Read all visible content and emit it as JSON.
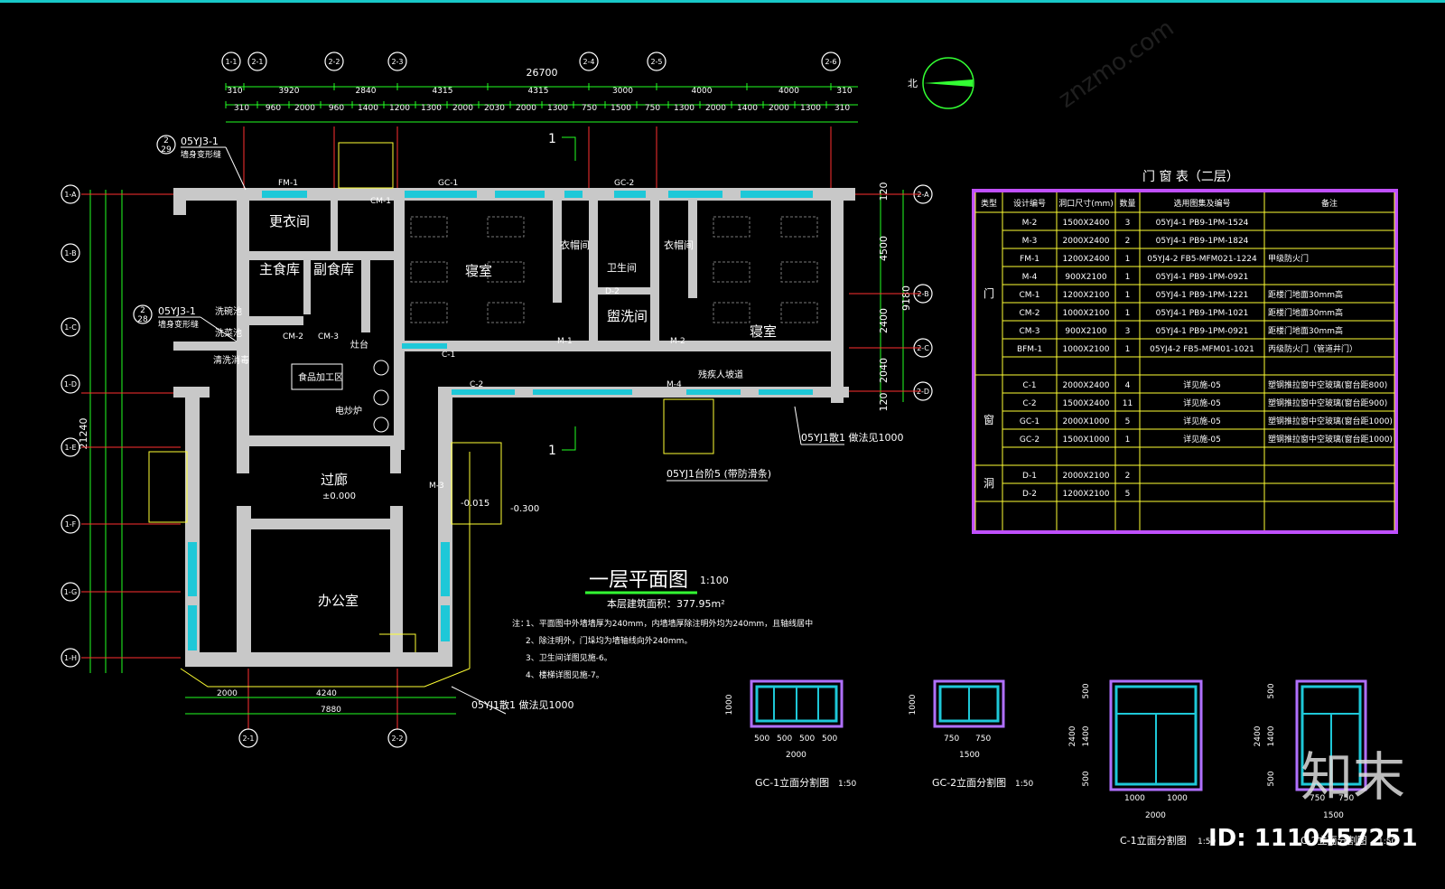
{
  "plan": {
    "title": "一层平面图",
    "scale": "1:100",
    "area_label": "本层建筑面积：377.95m²",
    "north_label": "北",
    "top_total_dim": "26700",
    "top_dims_row1": [
      "310",
      "3920",
      "2840",
      "4315",
      "4315",
      "3000",
      "4000",
      "4000",
      "310"
    ],
    "top_dims_row2": [
      "310",
      "960",
      "2000",
      "960",
      "1400",
      "1200",
      "1300",
      "2000",
      "2030",
      "2000",
      "1300",
      "750",
      "1500",
      "750",
      "1300",
      "2000",
      "1400",
      "2000",
      "1300",
      "310"
    ],
    "right_dims": [
      "120",
      "4500",
      "2400",
      "2040",
      "120"
    ],
    "right_total": "9180",
    "left_total": "21240",
    "top_axes": [
      "1-1",
      "2-1",
      "2-2",
      "2-3",
      "2-4",
      "2-5",
      "2-6"
    ],
    "right_axes": [
      "2-A",
      "2-B",
      "2-C",
      "2-D"
    ],
    "left_axes": [
      "1-A",
      "1-B",
      "1-C",
      "1-D",
      "1-E",
      "1-F",
      "1-G",
      "1-H"
    ],
    "bottom_axes": [
      "2-1",
      "2-2"
    ],
    "bottom_dims": [
      "2000",
      "4240",
      "7880"
    ],
    "section_mark": "1",
    "rooms": {
      "changing": "更衣间",
      "staple": "主食库",
      "side": "副食库",
      "dorm_left": "寝室",
      "dorm_right": "寝室",
      "clothes1": "衣帽间",
      "clothes2": "衣帽间",
      "toilet": "卫生间",
      "wash": "盥洗间",
      "corridor": "过廊",
      "corridor_elev": "±0.000",
      "office": "办公室",
      "food": "食品加工区",
      "stove": "电炒炉",
      "wash_rack": "洗菜池",
      "elev_a": "-0.015",
      "elev_b": "-0.300",
      "clean": "清洗消毒",
      "counter": "灶台",
      "sink": "洗碗池",
      "ramp": "残疾人坡道"
    },
    "door_tags": [
      "FM-1",
      "CM-1",
      "CM-2",
      "CM-3",
      "M-1",
      "M-2",
      "M-3",
      "M-4",
      "D-2",
      "C-1",
      "C-2",
      "GC-1",
      "GC-2"
    ],
    "notes_title": "注：",
    "notes": [
      "1、平面图中外墙墙厚为240mm，内墙墙厚除注明外均为240mm，且轴线居中",
      "2、除注明外，门垛均为墙轴线向外240mm。",
      "3、卫生间详图见施-6。",
      "4、楼梯详图见施-7。"
    ],
    "callouts": [
      {
        "ref": "05YJ3-1",
        "sub": "墙身变形缝",
        "num": "2",
        "sheet": "29"
      },
      {
        "ref": "05YJ3-1",
        "sub": "墙身变形缝",
        "num": "2",
        "sheet": "28"
      }
    ],
    "detail_refs": [
      "05YJ1散1 做法见1000",
      "05YJ1台阶5 (带防滑条)",
      "05YJ1散1 做法见1000"
    ]
  },
  "door_window_table": {
    "title": "门 窗 表（二层）",
    "headers": [
      "类型",
      "设计编号",
      "洞口尺寸(mm)",
      "数量",
      "选用图集及编号",
      "备注"
    ],
    "groups": [
      {
        "type": "门",
        "rows": [
          [
            "M-2",
            "1500X2400",
            "3",
            "05YJ4-1 PB9-1PM-1524",
            ""
          ],
          [
            "M-3",
            "2000X2400",
            "2",
            "05YJ4-1 PB9-1PM-1824",
            ""
          ],
          [
            "FM-1",
            "1200X2400",
            "1",
            "05YJ4-2 FB5-MFM021-1224",
            "甲级防火门"
          ],
          [
            "M-4",
            "900X2100",
            "1",
            "05YJ4-1 PB9-1PM-0921",
            ""
          ],
          [
            "CM-1",
            "1200X2100",
            "1",
            "05YJ4-1 PB9-1PM-1221",
            "距楼门地面30mm高"
          ],
          [
            "CM-2",
            "1000X2100",
            "1",
            "05YJ4-1 PB9-1PM-1021",
            "距楼门地面30mm高"
          ],
          [
            "CM-3",
            "900X2100",
            "3",
            "05YJ4-1 PB9-1PM-0921",
            "距楼门地面30mm高"
          ],
          [
            "BFM-1",
            "1000X2100",
            "1",
            "05YJ4-2 FB5-MFM01-1021",
            "丙级防火门（管道井门）"
          ]
        ]
      },
      {
        "type": "窗",
        "rows": [
          [
            "C-1",
            "2000X2400",
            "4",
            "详见施-05",
            "塑钢推拉窗中空玻璃(窗台距800)"
          ],
          [
            "C-2",
            "1500X2400",
            "11",
            "详见施-05",
            "塑钢推拉窗中空玻璃(窗台距900)"
          ],
          [
            "GC-1",
            "2000X1000",
            "5",
            "详见施-05",
            "塑钢推拉窗中空玻璃(窗台距1000)"
          ],
          [
            "GC-2",
            "1500X1000",
            "1",
            "详见施-05",
            "塑钢推拉窗中空玻璃(窗台距1000)"
          ]
        ]
      },
      {
        "type": "洞",
        "rows": [
          [
            "D-1",
            "2000X2100",
            "2",
            "",
            ""
          ],
          [
            "D-2",
            "1200X2100",
            "5",
            "",
            ""
          ]
        ]
      }
    ]
  },
  "window_details": [
    {
      "title": "GC-1立面分割图",
      "scale": "1:50",
      "dims": [
        "500",
        "500",
        "500",
        "500"
      ],
      "total": "2000",
      "height": "1000"
    },
    {
      "title": "GC-2立面分割图",
      "scale": "1:50",
      "dims": [
        "750",
        "750"
      ],
      "total": "1500",
      "height": "1000"
    },
    {
      "title": "C-1立面分割图",
      "scale": "1:50",
      "dims": [
        "1000",
        "1000"
      ],
      "total": "2000",
      "heights": [
        "500",
        "1400",
        "500"
      ],
      "height": "2400"
    },
    {
      "title": "C-2立面分割图",
      "scale": "1:50",
      "dims": [
        "750",
        "750"
      ],
      "total": "1500",
      "heights": [
        "500",
        "1400",
        "500"
      ],
      "height": "2400"
    }
  ],
  "watermark": {
    "brand": "知末",
    "id": "ID: 1110457251",
    "site": "znzmo.com"
  }
}
